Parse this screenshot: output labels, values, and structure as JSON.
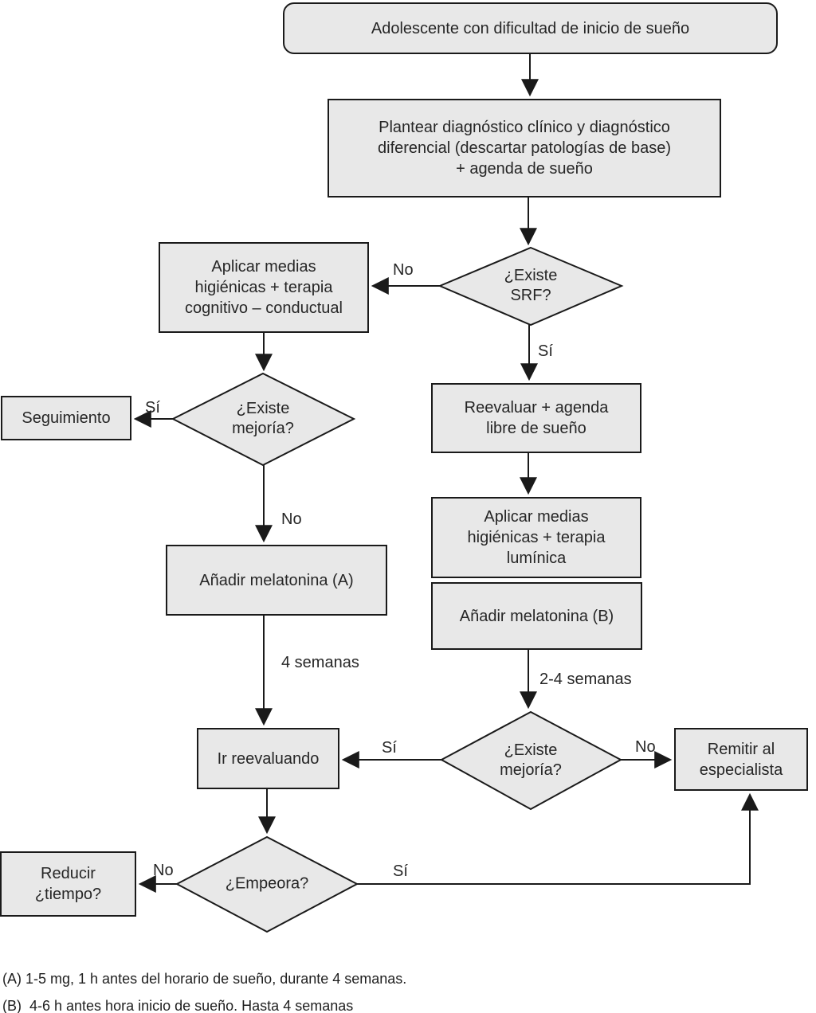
{
  "nodes": {
    "start": "Adolescente con dificultad de inicio de sueño",
    "diagnostico": "Plantear diagnóstico clínico y diagnóstico\ndiferencial (descartar patologías de base)\n+ agenda de sueño",
    "existe_srf": "¿Existe\nSRF?",
    "higienicas_tcc": "Aplicar medias\nhigiénicas + terapia\ncognitivo – conductual",
    "existe_mejoria_1": "¿Existe\nmejoría?",
    "seguimiento": "Seguimiento",
    "melatonina_a": "Añadir melatonina (A)",
    "reevaluar": "Reevaluar + agenda\nlibre de sueño",
    "higienicas_luminica": "Aplicar medias\nhigiénicas + terapia\nlumínica",
    "melatonina_b": "Añadir melatonina (B)",
    "ir_reevaluando": "Ir reevaluando",
    "existe_mejoria_2": "¿Existe\nmejoría?",
    "remitir": "Remitir al\nespecialista",
    "empeora": "¿Empeora?",
    "reducir": "Reducir\n¿tiempo?"
  },
  "edge_labels": {
    "srf_no": "No",
    "srf_si": "Sí",
    "mejoria1_si": "Sí",
    "mejoria1_no": "No",
    "semanas_4": "4 semanas",
    "semanas_2_4": "2-4 semanas",
    "mejoria2_si": "Sí",
    "mejoria2_no": "No",
    "empeora_no": "No",
    "empeora_si": "Sí"
  },
  "footnotes": {
    "a": "(A) 1-5 mg, 1 h antes del horario de sueño, durante 4 semanas.",
    "b": "(B)  4-6 h antes hora inicio de sueño. Hasta 4 semanas"
  },
  "colors": {
    "background": "#ffffff",
    "node_fill": "#e8e8e8",
    "node_border": "#1a1a1a",
    "line": "#1a1a1a",
    "text": "#262626"
  }
}
